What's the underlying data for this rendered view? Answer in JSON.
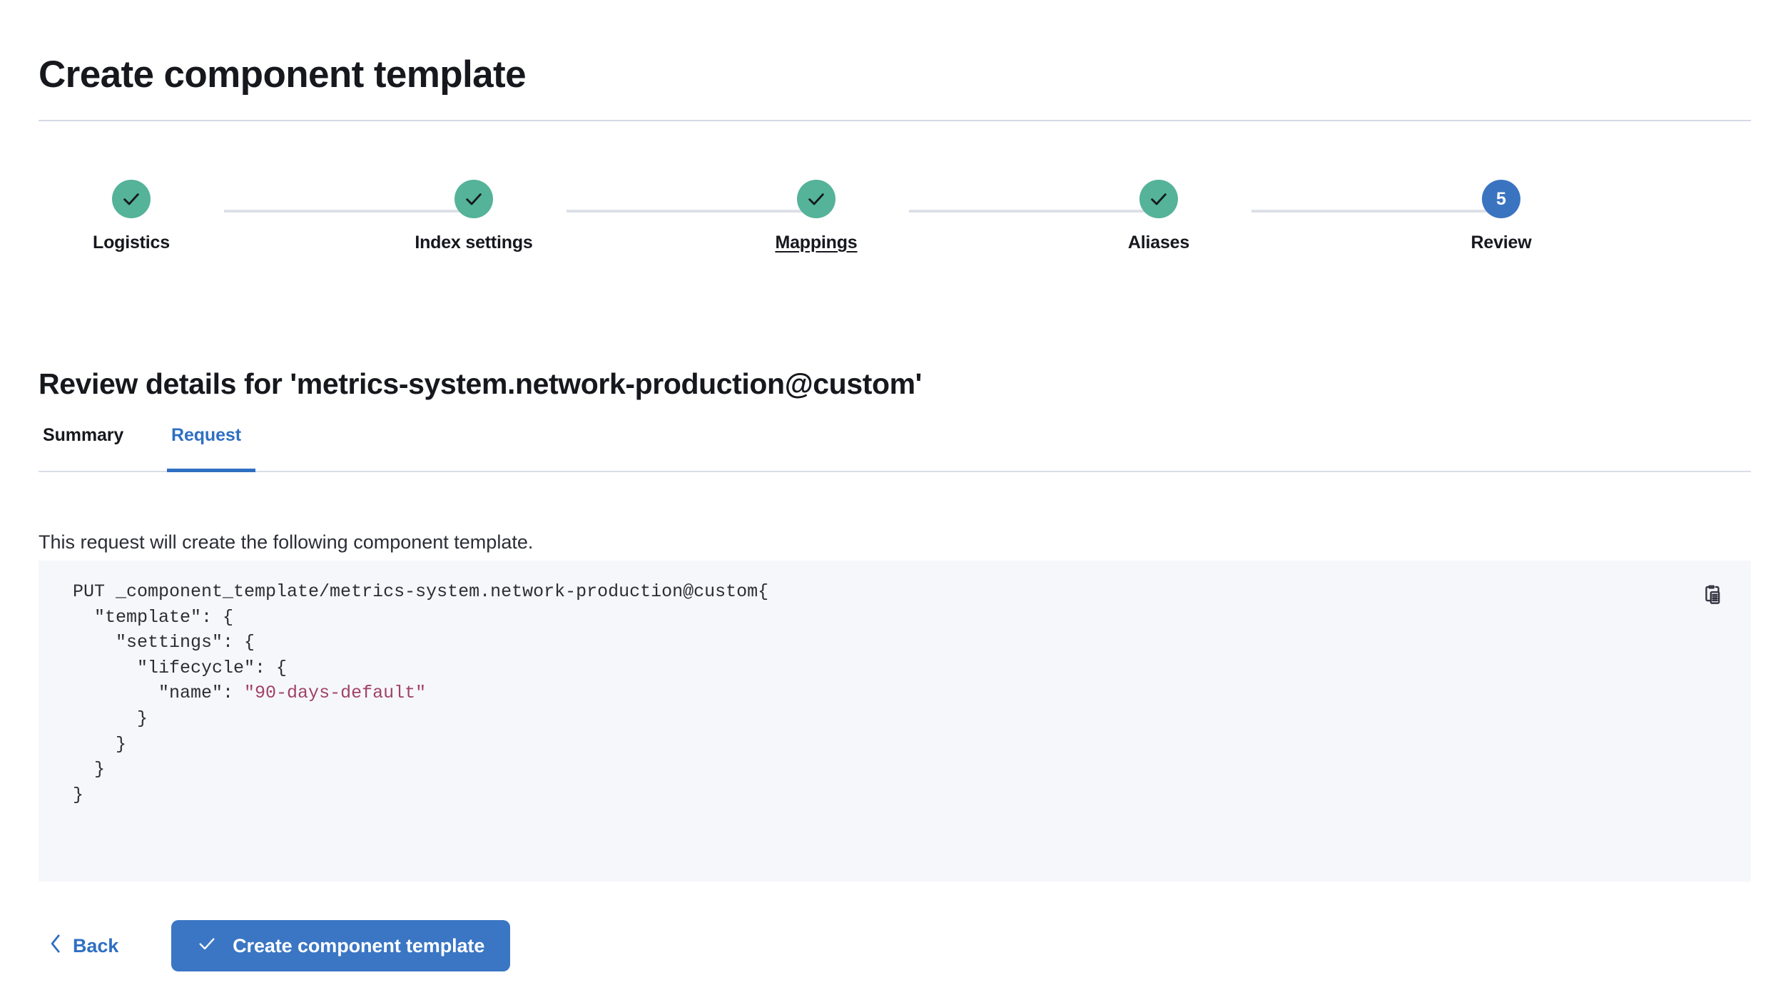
{
  "page": {
    "title": "Create component template"
  },
  "stepper": {
    "steps": [
      {
        "label": "Logistics",
        "state": "done",
        "icon": "check-icon",
        "number": "1"
      },
      {
        "label": "Index settings",
        "state": "done",
        "icon": "check-icon",
        "number": "2"
      },
      {
        "label": "Mappings",
        "state": "done",
        "icon": "check-icon",
        "number": "3",
        "underlined": true
      },
      {
        "label": "Aliases",
        "state": "done",
        "icon": "check-icon",
        "number": "4"
      },
      {
        "label": "Review",
        "state": "current",
        "icon": "",
        "number": "5"
      }
    ],
    "done_color": "#54b399",
    "current_color": "#3a74c0",
    "line_color": "#dde0e8"
  },
  "review": {
    "heading": "Review details for 'metrics-system.network-production@custom'"
  },
  "tabs": {
    "summary_label": "Summary",
    "request_label": "Request",
    "active": "Request",
    "active_color": "#2f6fc2"
  },
  "request": {
    "description": "This request will create the following component template.",
    "copy_icon": "copy-clipboard-icon",
    "code": {
      "method_line": "PUT _component_template/metrics-system.network-production@custom",
      "body_before_string": "{\n  \"template\": {\n    \"settings\": {\n      \"lifecycle\": {\n        \"name\": ",
      "string_value": "\"90-days-default\"",
      "body_after_string": "\n      }\n    }\n  }\n}",
      "string_color": "#a14363"
    }
  },
  "footer": {
    "back_label": "Back",
    "back_icon": "chevron-left-icon",
    "create_label": "Create component template",
    "create_icon": "check-icon",
    "create_color": "#3a76c4"
  }
}
